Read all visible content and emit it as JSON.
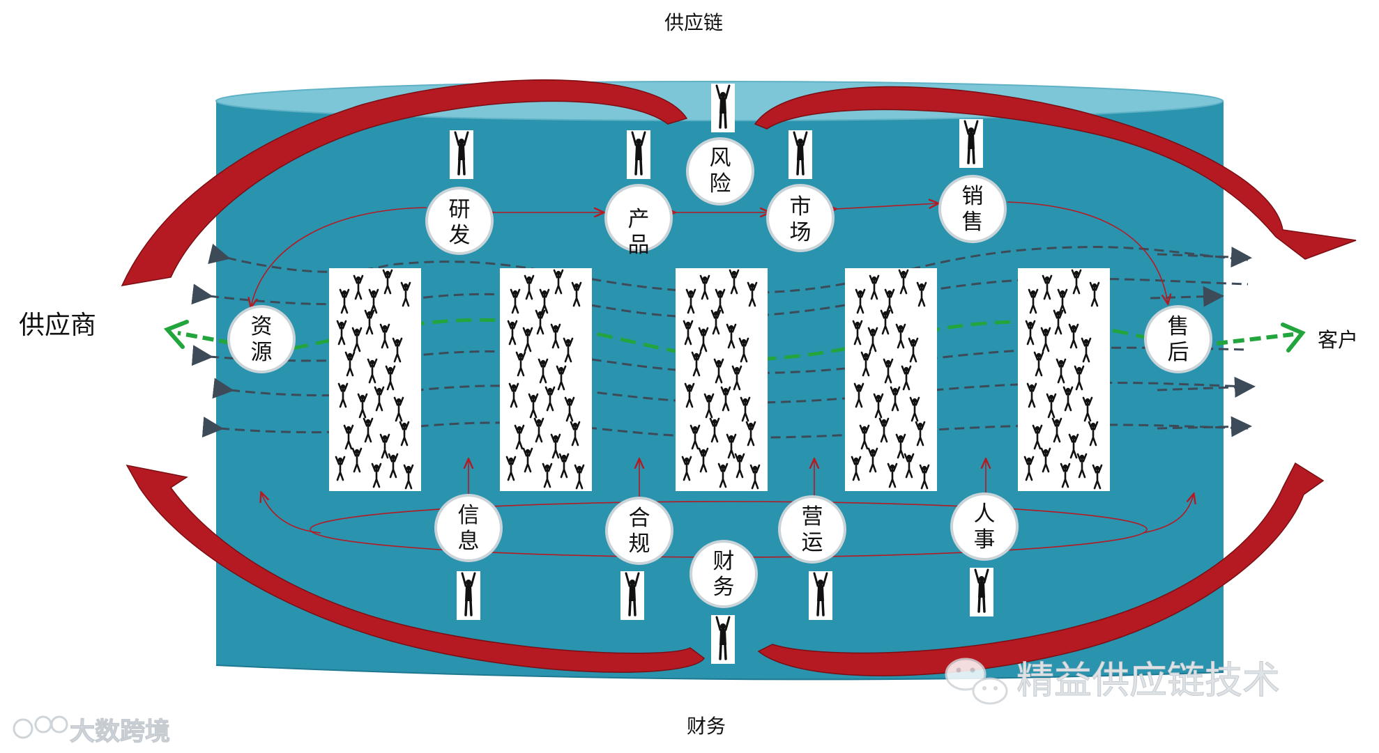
{
  "title_top": "供应链",
  "title_bottom": "财务",
  "left_label": "供应商",
  "right_label": "客户",
  "top_nodes": [
    {
      "line1": "研",
      "line2": "发"
    },
    {
      "line1": "产",
      "line2": "品"
    },
    {
      "line1": "风",
      "line2": "险"
    },
    {
      "line1": "市",
      "line2": "场"
    },
    {
      "line1": "销",
      "line2": "售"
    }
  ],
  "side_nodes": [
    {
      "line1": "资",
      "line2": "源"
    },
    {
      "line1": "售",
      "line2": "后"
    }
  ],
  "bottom_nodes": [
    {
      "line1": "信",
      "line2": "息"
    },
    {
      "line1": "合",
      "line2": "规"
    },
    {
      "line1": "财",
      "line2": "务"
    },
    {
      "line1": "营",
      "line2": "运"
    },
    {
      "line1": "人",
      "line2": "事"
    }
  ],
  "watermark_right": "精益供应链技术",
  "watermark_left": "大数跨境",
  "colors": {
    "cylinder_body": "#2a93ae",
    "cylinder_top": "#7cc6d8",
    "cycle_arrow": "#b51a22",
    "flow_main": "#22a53c",
    "flow_dashed": "#3d4b58"
  }
}
